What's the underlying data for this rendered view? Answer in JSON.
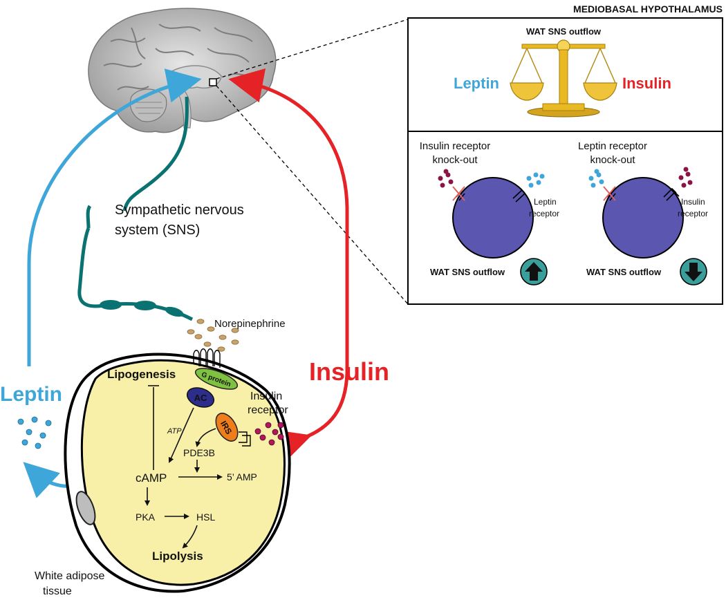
{
  "labels": {
    "panel_title": "MEDIOBASAL HYPOTHALAMUS",
    "wat_sns_outflow_top": "WAT SNS outflow",
    "leptin_scale": "Leptin",
    "insulin_scale": "Insulin",
    "insulin_receptor_ko_line1": "Insulin receptor",
    "insulin_receptor_ko_line2": "knock-out",
    "leptin_receptor_ko_line1": "Leptin receptor",
    "leptin_receptor_ko_line2": "knock-out",
    "leptin_receptor_line1": "Leptin",
    "leptin_receptor_line2": "receptor",
    "insulin_receptor_small_line1": "Insulin",
    "insulin_receptor_small_line2": "receptor",
    "wat_sns_outflow_left": "WAT SNS outflow",
    "wat_sns_outflow_right": "WAT SNS outflow",
    "sns_line1": "Sympathetic nervous",
    "sns_line2": "system (SNS)",
    "norepinephrine": "Norepinephrine",
    "insulin_big": "Insulin",
    "leptin_big": "Leptin",
    "insulin_receptor_line1": "Insulin",
    "insulin_receptor_line2": "receptor",
    "lipogenesis": "Lipogenesis",
    "g_protein": "G protein",
    "ac": "AC",
    "atp": "ATP",
    "irs": "IRS",
    "pde3b": "PDE3B",
    "camp": "cAMP",
    "five_amp": "5’ AMP",
    "pka": "PKA",
    "hsl": "HSL",
    "lipolysis": "Lipolysis",
    "wat_line1": "White adipose",
    "wat_line2": "tissue"
  },
  "colors": {
    "leptin": "#3ea6d8",
    "insulin": "#e52326",
    "sns": "#0a7271",
    "neuron": "#5b56b0",
    "adipocyte": "#f8f0a8",
    "teal_button": "#3a9f9a",
    "g_protein": "#7fc241",
    "ac": "#2d2e8c",
    "irs": "#ee7d1b",
    "gold": "#e8b923"
  },
  "icons": {
    "scale": "balance-scale-icon",
    "up": "arrow-up-icon",
    "down": "arrow-down-icon",
    "brain": "brain-icon"
  },
  "outflow_direction": {
    "insulin_receptor_knockout": "up",
    "leptin_receptor_knockout": "down"
  }
}
